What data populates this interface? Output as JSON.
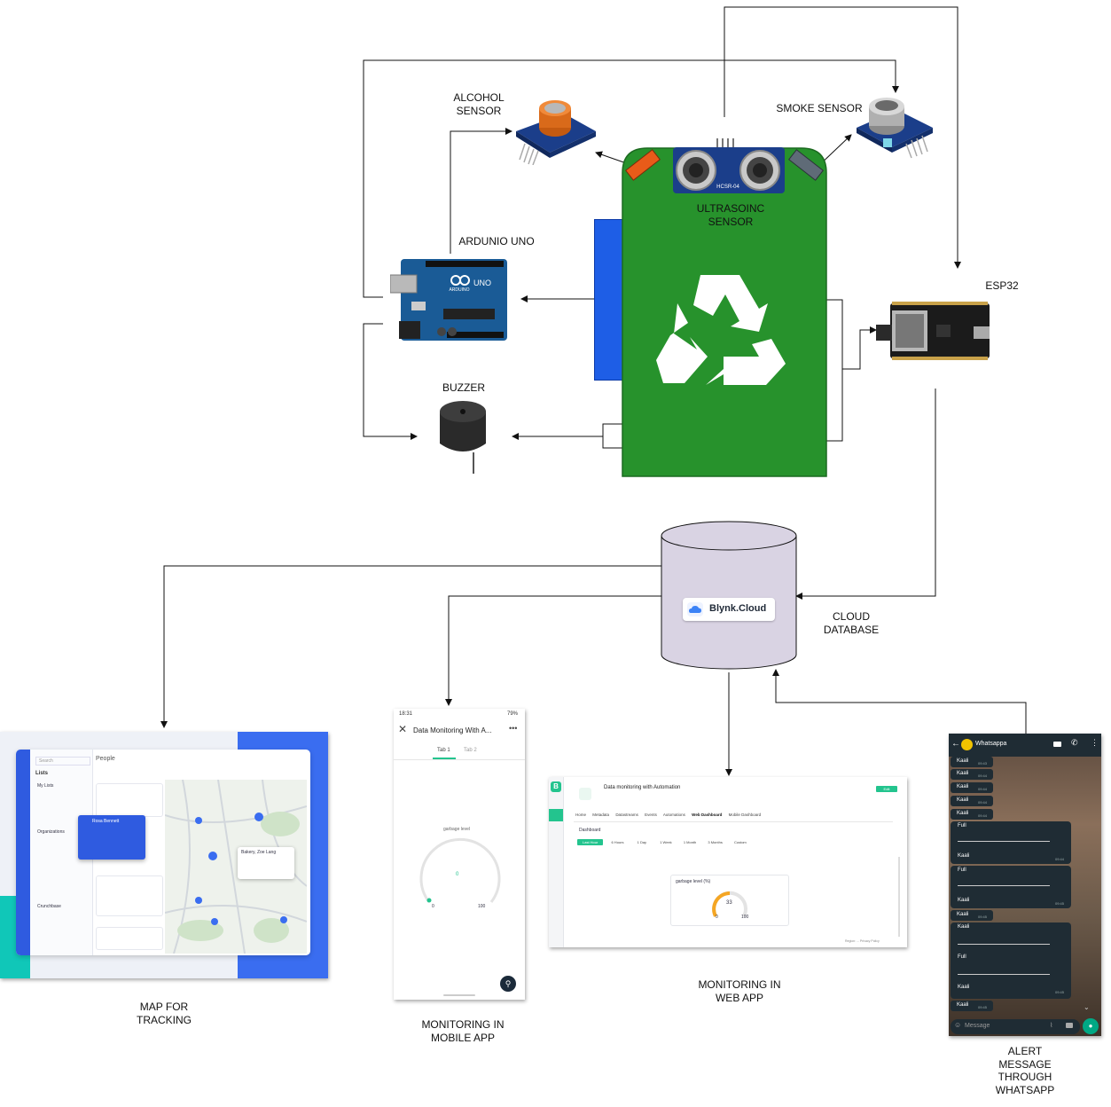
{
  "labels": {
    "alcohol_sensor": [
      "ALCOHOL",
      "SENSOR"
    ],
    "smoke_sensor": "SMOKE SENSOR",
    "ultrasonic_sensor": [
      "ULTRASOINC",
      "SENSOR"
    ],
    "arduino": "ARDUNIO UNO",
    "esp32": "ESP32",
    "buzzer": "BUZZER",
    "cloud_database": [
      "CLOUD",
      "DATABASE"
    ],
    "map_tracking": [
      "MAP FOR",
      "TRACKING"
    ],
    "mobile_app": [
      "MONITORING IN",
      "MOBILE APP"
    ],
    "web_app": [
      "MONITORING IN",
      "WEB APP"
    ],
    "whatsapp_alert": [
      "ALERT",
      "MESSAGE",
      "THROUGH",
      "WHATSAPP"
    ]
  },
  "cloud": {
    "logo_text": "Blynk.Cloud"
  },
  "ultrasonic_chip": "HCSR-04",
  "arduino_board": {
    "logo": "UNO",
    "brand": "ARDUINO"
  },
  "map_app": {
    "title": "People",
    "search_placeholder": "Search",
    "lists_heading": "Lists",
    "my_lists": "My Lists",
    "organizations": "Organizations",
    "crunchbase": "Crunchbase",
    "selected_person": "Rosa Bennett",
    "popup_place": "Bakery, Zoe Lang"
  },
  "mobile_app": {
    "status_time": "18:31",
    "status_battery": "79%",
    "title": "Data Monitoring With A...",
    "tabs": [
      "Tab 1",
      "Tab 2"
    ],
    "gauge_label": "garbage level",
    "gauge_value": "0",
    "gauge_min": "0",
    "gauge_max": "100"
  },
  "web_app": {
    "title": "Data monitoring with Automation",
    "edit_button": "Edit",
    "nav": [
      "Home",
      "Metadata",
      "Datastreams",
      "Events",
      "Automations",
      "Web Dashboard",
      "Mobile Dashboard"
    ],
    "section": "Dashboard",
    "time_ranges": [
      "Last Hour",
      "6 Hours",
      "1 Day",
      "1 Week",
      "1 Month",
      "3 Months",
      "Custom"
    ],
    "gauge_label": "garbage level (%)",
    "gauge_value": "33",
    "gauge_min": "0",
    "gauge_max": "100",
    "footer": "Region: ... Privacy Policy"
  },
  "whatsapp": {
    "title": "Whatsappa",
    "sender": "Kaali",
    "full_label": "Full",
    "times": [
      "09:43",
      "09:44",
      "09:44",
      "09:44",
      "09:44",
      "09:44",
      "09:45",
      "09:45",
      "09:45",
      "09:45"
    ],
    "input_placeholder": "Message"
  },
  "colors": {
    "bin_green": "#27922c",
    "bin_blue": "#1e5ee6",
    "cylinder_fill": "#d9d3e3",
    "arduino_blue": "#1a5b96",
    "sensor_board": "#1b3e8a",
    "map_blue": "#3a6df0",
    "blynk_green": "#23c48e",
    "gauge_orange": "#f5a623"
  }
}
